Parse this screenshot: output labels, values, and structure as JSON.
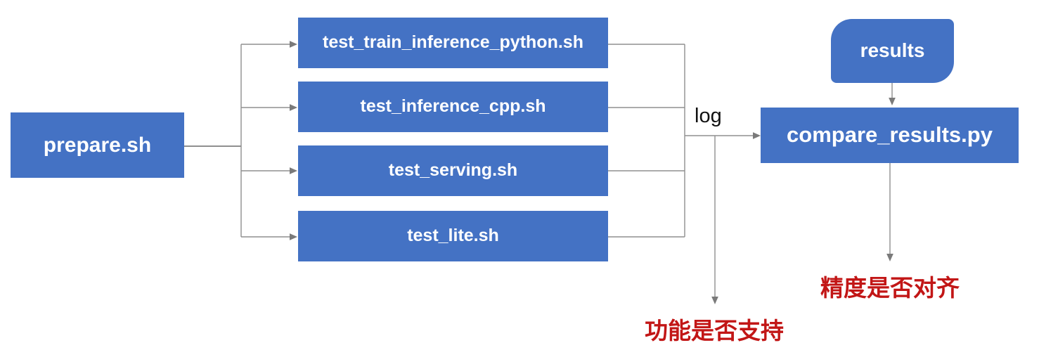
{
  "diagram": {
    "nodes": {
      "prepare": {
        "label": "prepare.sh"
      },
      "test_train": {
        "label": "test_train_inference_python.sh"
      },
      "test_cpp": {
        "label": "test_inference_cpp.sh"
      },
      "test_serving": {
        "label": "test_serving.sh"
      },
      "test_lite": {
        "label": "test_lite.sh"
      },
      "results": {
        "label": "results"
      },
      "compare": {
        "label": "compare_results.py"
      }
    },
    "edge_labels": {
      "log": "log"
    },
    "outcomes": {
      "function_support": "功能是否支持",
      "precision_aligned": "精度是否对齐"
    },
    "colors": {
      "node_fill": "#4472C4",
      "node_text": "#FFFFFF",
      "connector": "#8F8F8F",
      "arrowhead": "#7A7A7A",
      "outcome_text": "#C21616",
      "edge_label_text": "#111111",
      "background": "#FFFFFF"
    }
  }
}
